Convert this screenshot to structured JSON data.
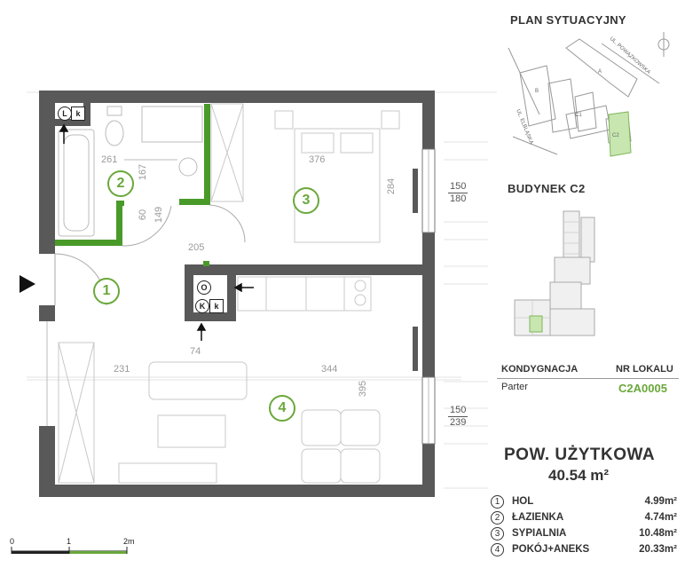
{
  "plan": {
    "rooms": [
      {
        "num": "1"
      },
      {
        "num": "2"
      },
      {
        "num": "3"
      },
      {
        "num": "4"
      }
    ],
    "dimensions": {
      "d261": "261",
      "d167": "167",
      "d376": "376",
      "d284": "284",
      "d205": "205",
      "d231": "231",
      "d344": "344",
      "d395": "395",
      "d74": "74",
      "d60": "60",
      "d149": "149",
      "win1_top": "150",
      "win1_bot": "180",
      "win2_top": "150",
      "win2_bot": "239"
    },
    "markers": {
      "bath_l": "L",
      "bath_k": "k",
      "shaft_o": "O",
      "shaft_K": "K",
      "shaft_k": "k"
    },
    "scale": {
      "s0": "0",
      "s1": "1",
      "s2": "2m"
    }
  },
  "situational_plan": {
    "title": "PLAN SYTUACYJNY",
    "street1": "UL. POWĄZKOWSKA",
    "street2": "UL. ELBLĄSKA",
    "buildings": {
      "a": "A",
      "b": "B",
      "c1": "C1",
      "c2": "C2"
    }
  },
  "building": {
    "title": "BUDYNEK C2"
  },
  "info": {
    "floor_header": "KONDYGNACJA",
    "unit_header": "NR LOKALU",
    "floor_value": "Parter",
    "unit_value": "C2A0005"
  },
  "area": {
    "title": "POW. UŻYTKOWA",
    "value": "40.54 m²"
  },
  "legend": [
    {
      "num": "1",
      "name": "HOL",
      "area": "4.99m²"
    },
    {
      "num": "2",
      "name": "ŁAZIENKA",
      "area": "4.74m²"
    },
    {
      "num": "3",
      "name": "SYPIALNIA",
      "area": "10.48m²"
    },
    {
      "num": "4",
      "name": "POKÓJ+ANEKS",
      "area": "20.33m²"
    }
  ],
  "colors": {
    "accent": "#6aa83b",
    "wall": "#595959",
    "highlight": "#c8e6b0"
  }
}
